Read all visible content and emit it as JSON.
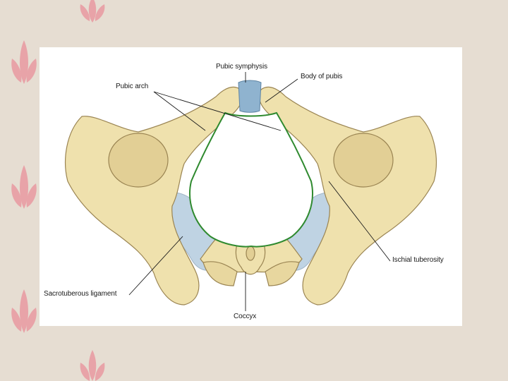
{
  "colors": {
    "background": "#e6ddd2",
    "leaf": "#e8a3a8",
    "bone": "#efe1ad",
    "bone_shadow": "#c9b27a",
    "ligament": "#bfd3e3",
    "outlet_outline": "#2f8a2f",
    "symphysis": "#8fb3cf"
  },
  "diagram": {
    "labels": {
      "pubic_symphysis": "Pubic symphysis",
      "body_of_pubis": "Body of pubis",
      "pubic_arch": "Pubic arch",
      "ischial_tuberosity": "Ischial tuberosity",
      "sacrotuberous_ligament": "Sacrotuberous ligament",
      "coccyx": "Coccyx"
    }
  }
}
